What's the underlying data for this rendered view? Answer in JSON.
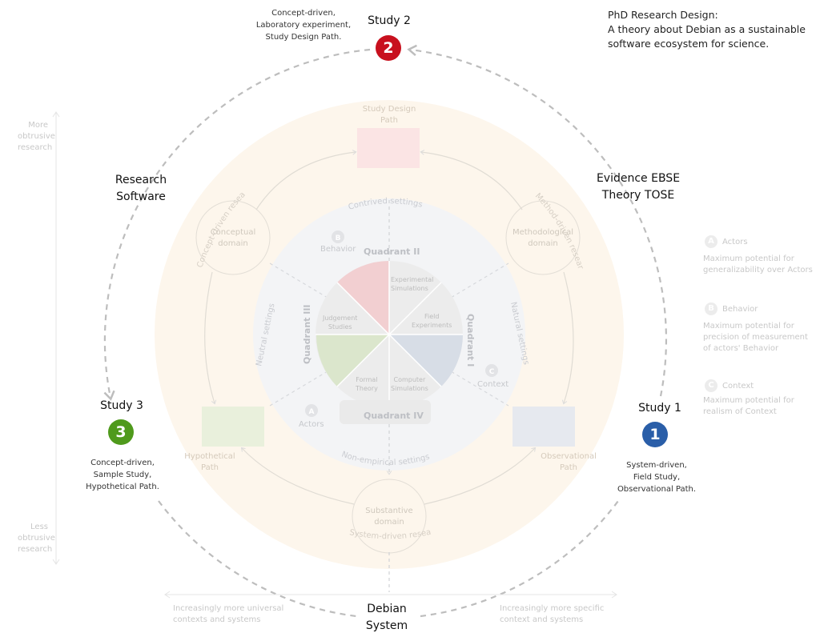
{
  "header": {
    "title": "PhD Research Design:",
    "subtitle": "A theory about Debian as a sustainable\nsoftware ecosystem for science."
  },
  "studies": {
    "study1": {
      "label": "Study 1",
      "number": "1",
      "desc": "System-driven,\nField Study,\nObservational Path.",
      "color": "#2a5ea8"
    },
    "study2": {
      "label": "Study 2",
      "number": "2",
      "desc": "Concept-driven,\nLaboratory experiment,\nStudy Design Path.",
      "color": "#c8101e"
    },
    "study3": {
      "label": "Study 3",
      "number": "3",
      "desc": "Concept-driven,\nSample Study,\nHypothetical Path.",
      "color": "#4f9a1c"
    }
  },
  "outer_labels": {
    "research_software": "Research\nSoftware",
    "evidence": "Evidence EBSE\nTheory TOSE",
    "debian": "Debian\nSystem"
  },
  "paths": {
    "study_design": "Study Design\nPath",
    "hypothetical": "Hypothetical\nPath",
    "observational": "Observational\nPath"
  },
  "domains": {
    "conceptual": "Conceptual\ndomain",
    "methodological": "Methodological\ndomain",
    "substantive": "Substantive\ndomain"
  },
  "arc_labels": {
    "concept_driven": "Concept-driven research",
    "method_driven": "Method-driven research",
    "system_driven": "System-driven research",
    "contrived": "Contrived settings",
    "natural": "Natural settings",
    "neutral": "Neutral settings",
    "non_empirical": "Non-empirical settings"
  },
  "quadrants": {
    "q1": "Quadrant I",
    "q2": "Quadrant II",
    "q3": "Quadrant III",
    "q4": "Quadrant IV",
    "experimental": "Experimental\nSimulations",
    "field": "Field\nExperiments",
    "judgement": "Judgement\nStudies",
    "formal": "Formal\nTheory",
    "computer": "Computer\nSimulations"
  },
  "markers": {
    "behavior": "Behavior",
    "actors": "Actors",
    "context": "Context",
    "a": "A",
    "b": "B",
    "c": "C"
  },
  "legend": {
    "actors_title": "Actors",
    "actors_desc": "Maximum potential for\ngeneralizability over Actors",
    "behavior_title": "Behavior",
    "behavior_desc": "Maximum potential for\nprecision of measurement\nof actors' Behavior",
    "context_title": "Context",
    "context_desc": "Maximum potential for\nrealism of Context"
  },
  "axes": {
    "more_obtrusive": "More\nobtrusive\nresearch",
    "less_obtrusive": "Less\nobtrusive\nresearch",
    "universal": "Increasingly more universal\ncontexts and systems",
    "specific": "Increasingly more specific\ncontext and systems"
  },
  "colors": {
    "study1": "#2a5ea8",
    "study2": "#c8101e",
    "study3": "#4f9a1c",
    "outer_disk": "#fdf6ec",
    "inner_disk": "#f3f4f6",
    "dashed": "#bdbdbd"
  }
}
